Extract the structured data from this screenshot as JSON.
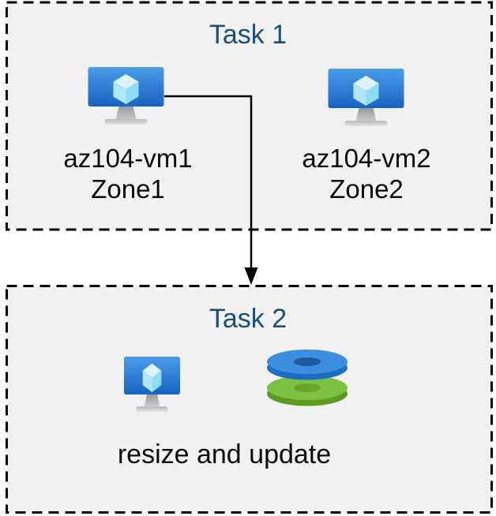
{
  "colors": {
    "box_fill": "#f1f1f1",
    "box_border": "#000000",
    "title_text": "#1b4e79",
    "body_text": "#0a0a0a",
    "arrow": "#000000",
    "vm_screen_top": "#4a9ce9",
    "vm_screen_bottom": "#1863c4",
    "disk_blue_top": "#3b8fde",
    "disk_blue_side": "#1b6ec5",
    "disk_green_top": "#7cc142",
    "disk_green_side": "#5d9a21"
  },
  "task1": {
    "title": "Task 1",
    "vms": [
      {
        "name": "az104-vm1",
        "zone": "Zone1"
      },
      {
        "name": "az104-vm2",
        "zone": "Zone2"
      }
    ]
  },
  "task2": {
    "title": "Task 2",
    "caption": "resize and update"
  },
  "icons": {
    "vm": "azure-virtual-machine",
    "disks": "azure-disk-stack"
  }
}
